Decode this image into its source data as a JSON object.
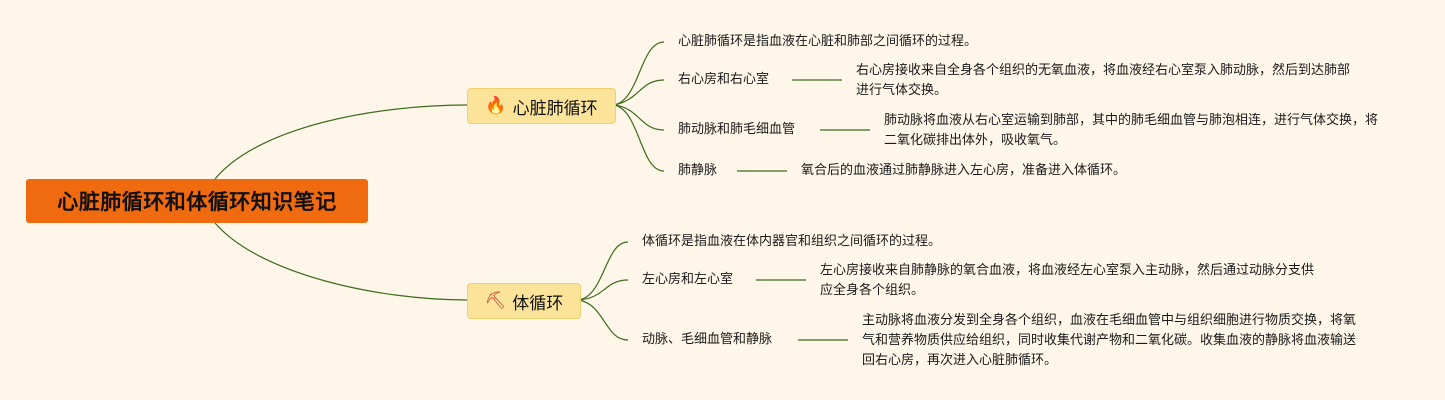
{
  "root": {
    "title": "心脏肺循环和体循环知识笔记"
  },
  "colors": {
    "background": "#fdf6e9",
    "root": "#f06a0f",
    "branch": "#fbe39a",
    "line": "#3f6b1c"
  },
  "branches": [
    {
      "label": "心脏肺循环",
      "icon": "🔥",
      "icon_name": "fire-icon",
      "definition": "心脏肺循环是指血液在心脏和肺部之间循环的过程。",
      "items": [
        {
          "label": "右心房和右心室",
          "detail": "右心房接收来自全身各个组织的无氧血液，将血液经右心室泵入肺动脉，然后到达肺部进行气体交换。"
        },
        {
          "label": "肺动脉和肺毛细血管",
          "detail": "肺动脉将血液从右心室运输到肺部，其中的肺毛细血管与肺泡相连，进行气体交换，将二氧化碳排出体外，吸收氧气。"
        },
        {
          "label": "肺静脉",
          "detail": "氧合后的血液通过肺静脉进入左心房，准备进入体循环。"
        }
      ]
    },
    {
      "label": "体循环",
      "icon": "⛏",
      "icon_name": "tools-icon",
      "definition": "体循环是指血液在体内器官和组织之间循环的过程。",
      "items": [
        {
          "label": "左心房和左心室",
          "detail": "左心房接收来自肺静脉的氧合血液，将血液经左心室泵入主动脉，然后通过动脉分支供应全身各个组织。"
        },
        {
          "label": "动脉、毛细血管和静脉",
          "detail": "主动脉将血液分发到全身各个组织，血液在毛细血管中与组织细胞进行物质交换，将氧气和营养物质供应给组织，同时收集代谢产物和二氧化碳。收集血液的静脉将血液输送回右心房，再次进入心脏肺循环。"
        }
      ]
    }
  ]
}
